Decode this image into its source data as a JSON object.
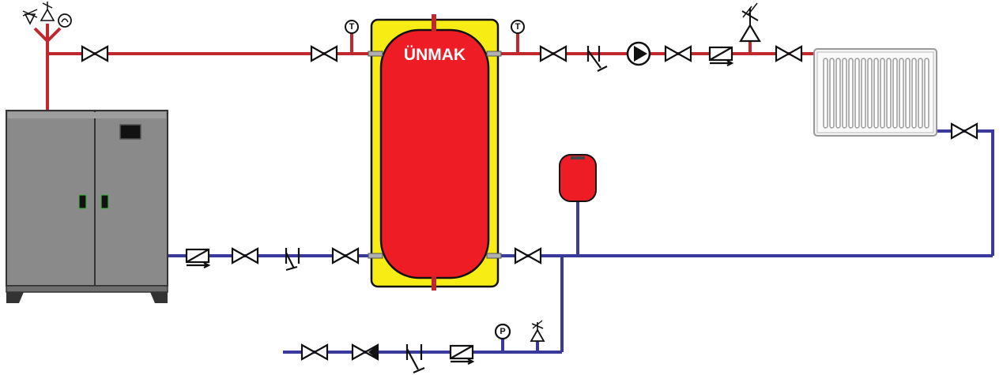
{
  "tank": {
    "label": "ÜNMAK"
  },
  "gauges": {
    "thermometer_symbol": "T",
    "pressure_symbol": "P"
  },
  "colors": {
    "hot_pipe": "#c0282d",
    "cold_pipe": "#3a3a9c",
    "tank_body": "#ee1c25",
    "tank_jacket": "#f7ec13",
    "boiler_body": "#8b8b8b"
  },
  "icons": [
    "boiler-cabinet",
    "buffer-tank",
    "radiator",
    "expansion-vessel",
    "gate-valve",
    "strainer-filter",
    "check-valve",
    "circulation-pump",
    "safety-valve",
    "air-vent",
    "manometer",
    "thermometer",
    "pressure-reducer"
  ]
}
